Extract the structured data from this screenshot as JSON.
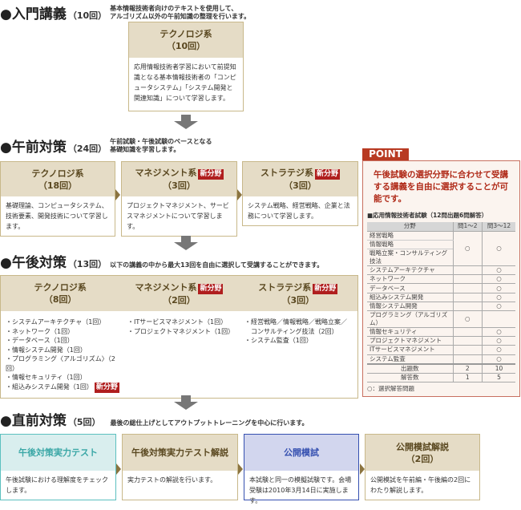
{
  "sections": [
    {
      "title": "●入門講義",
      "count": "（10回）",
      "desc": [
        "基本情報技術者向けのテキストを使用して、",
        "アルゴリズム以外の午前知識の整理を行います。"
      ],
      "boxes": [
        {
          "title": "テクノロジ系",
          "count": "（10回）",
          "body": "応用情報技術者学習において前提知識となる基本情報技術者の「コンピュータシステム」「システム開発と関連知識」について学習します。"
        }
      ]
    },
    {
      "title": "●午前対策",
      "count": "（24回）",
      "desc": [
        "午前試験・午後試験のベースとなる",
        "基礎知識を学習します。"
      ],
      "boxes": [
        {
          "title": "テクノロジ系",
          "count": "（18回）",
          "body": "基礎理論、コンピュータシステム、技術要素、開発技術について学習します。"
        },
        {
          "title": "マネジメント系",
          "badge": "新分野",
          "count": "（3回）",
          "body": "プロジェクトマネジメント、サービスマネジメントについて学習します。"
        },
        {
          "title": "ストラテジ系",
          "badge": "新分野",
          "count": "（3回）",
          "body": "システム戦略、経営戦略、企業と法務について学習します。"
        }
      ]
    },
    {
      "title": "●午後対策",
      "count": "（13回）",
      "desc": [
        "以下の講義の中から最大13回を自由に選択して受講することができます。"
      ],
      "columns": [
        {
          "title": "テクノロジ系",
          "count": "（8回）",
          "items": [
            "・システムアーキテクチャ（1回）",
            "・ネットワーク（1回）",
            "・データベース（1回）",
            "・情報システム開発（1回）",
            "・プログラミング〈アルゴリズム〉（2回）",
            "・情報セキュリティ（1回）",
            "・組込みシステム開発（1回）"
          ],
          "last_badge": "新分野"
        },
        {
          "title": "マネジメント系",
          "badge": "新分野",
          "count": "（2回）",
          "items": [
            "・ITサービスマネジメント（1回）",
            "・プロジェクトマネジメント（1回）"
          ]
        },
        {
          "title": "ストラテジ系",
          "badge": "新分野",
          "count": "（3回）",
          "items": [
            "・経営戦略／情報戦略／戦略立案／",
            "　コンサルティング技法（2回）",
            "・システム監査（1回）"
          ]
        }
      ]
    },
    {
      "title": "●直前対策",
      "count": "（5回）",
      "desc": [
        "最後の総仕上げとしてアウトプットトレーニングを中心に行います。"
      ],
      "boxes": [
        {
          "title": "午後対策実力テスト",
          "body": "午後試験における理解度をチェックします。"
        },
        {
          "title": "午後対策実力テスト解説",
          "body": "実力テストの解説を行います。"
        },
        {
          "title": "公開模試",
          "body": "本試験と同一の模擬試験です。会場受験は2010年3月14日に実施します。"
        },
        {
          "title": "公開模試解説",
          "count": "（2回）",
          "body": "公開模試を午前編・午後編の2回にわたり解説します。"
        }
      ]
    }
  ],
  "point": {
    "label": "POINT",
    "headline": "午後試験の選択分野に合わせて受講する講義を自由に選択することが可能です。",
    "table_title": "■応用情報技術者試験（12問出題6問解答）",
    "headers": [
      "分野",
      "問1〜2",
      "問3〜12"
    ],
    "rows": [
      [
        "経営戦略",
        "",
        ""
      ],
      [
        "情報戦略",
        "○",
        "○"
      ],
      [
        "戦略立案・コンサルティング技法",
        "",
        ""
      ],
      [
        "システムアーキテクチャ",
        "",
        "○"
      ],
      [
        "ネットワーク",
        "",
        "○"
      ],
      [
        "データベース",
        "",
        "○"
      ],
      [
        "組込みシステム開発",
        "",
        "○"
      ],
      [
        "情報システム開発",
        "",
        "○"
      ],
      [
        "プログラミング（アルゴリズム）",
        "○",
        ""
      ],
      [
        "情報セキュリティ",
        "",
        "○"
      ],
      [
        "プロジェクトマネジメント",
        "",
        "○"
      ],
      [
        "ITサービスマネジメント",
        "",
        "○"
      ],
      [
        "システム監査",
        "",
        "○"
      ]
    ],
    "totals": [
      [
        "出題数",
        "2",
        "10"
      ],
      [
        "解答数",
        "1",
        "5"
      ]
    ],
    "note": "○：選択解答問題"
  },
  "colors": {
    "beige": "#e5dcc6",
    "border": "#c8b88a",
    "red": "#b01e1e",
    "teal": "#3aa7a6",
    "blue": "#3550b0"
  }
}
